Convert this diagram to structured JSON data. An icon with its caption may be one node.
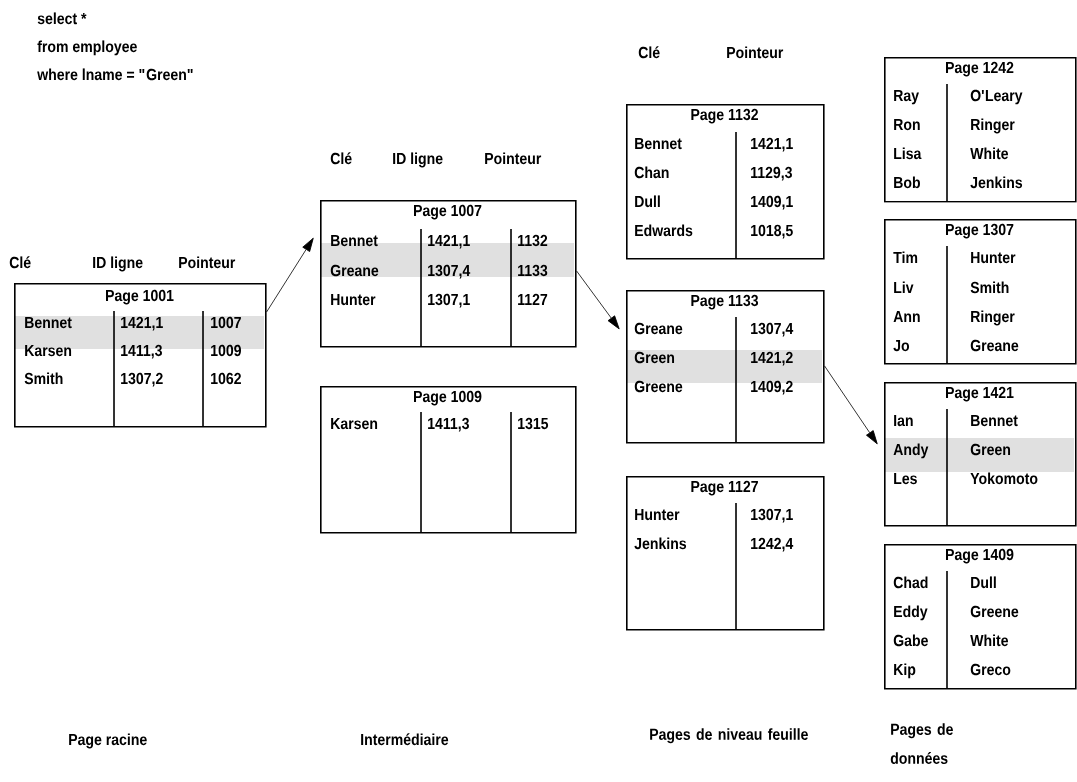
{
  "diagram": {
    "nodes": [
      {
        "text": [
          "Page 1001",
          "Bennet",
          "1421,1",
          "1007",
          "Karsen",
          "1411,3",
          "1009",
          "Smith",
          "1307,2",
          "1062"
        ]
      },
      {
        "text": [
          "Page 1007",
          "Bennet",
          "1421,1",
          "1132",
          "Greane",
          "1307,4",
          "1133",
          "Hunter",
          "1307,1",
          "1127"
        ]
      },
      {
        "text": [
          "Page 1009",
          "Karsen",
          "1411,3",
          "1315"
        ]
      },
      {
        "text": [
          "Page 1132",
          "Bennet",
          "1421,1",
          "Chan",
          "1129,3",
          "Dull",
          "1409,1",
          "Edwards",
          "1018,5"
        ]
      },
      {
        "text": [
          "Page 1133",
          "Greane",
          "1307,4",
          "Green",
          "1421,2",
          "Greene",
          "1409,2"
        ]
      },
      {
        "text": [
          "Page 1127",
          "Hunter",
          "1307,1",
          "Jenkins",
          "1242,4"
        ]
      },
      {
        "text": [
          "Page 1242",
          "Ray",
          "O'Leary",
          "Ron",
          "Ringer",
          "Lisa",
          "White",
          "Bob",
          "Jenkins"
        ]
      },
      {
        "text": [
          "Page 1307",
          "Tim",
          "Hunter",
          "Liv",
          "Smith",
          "Ann",
          "Ringer",
          "Jo",
          "Greane"
        ]
      },
      {
        "text": [
          "Page 1421",
          "Ian",
          "Bennet",
          "Andy",
          "Green",
          "Les",
          "Yokomoto"
        ]
      },
      {
        "text": [
          "Page 1409",
          "Chad",
          "Dull",
          "Eddy",
          "Greene",
          "Gabe",
          "White",
          "Kip",
          "Greco"
        ]
      }
    ],
    "edges": [
      {
        "from": 0,
        "to": 1,
        "arrow": "to"
      },
      {
        "from": 1,
        "to": 4,
        "arrow": "to"
      },
      {
        "from": 4,
        "to": 8,
        "arrow": "to"
      }
    ],
    "labels": [
      "select *",
      "from employee",
      "where lname = \"Green\"",
      "Clé",
      "Pointeur",
      "Clé",
      "ID ligne",
      "Pointeur",
      "Clé",
      "ID ligne",
      "Pointeur",
      "Page racine",
      "Intermédiaire",
      "Pages de niveau feuille",
      "Pages de données"
    ]
  }
}
